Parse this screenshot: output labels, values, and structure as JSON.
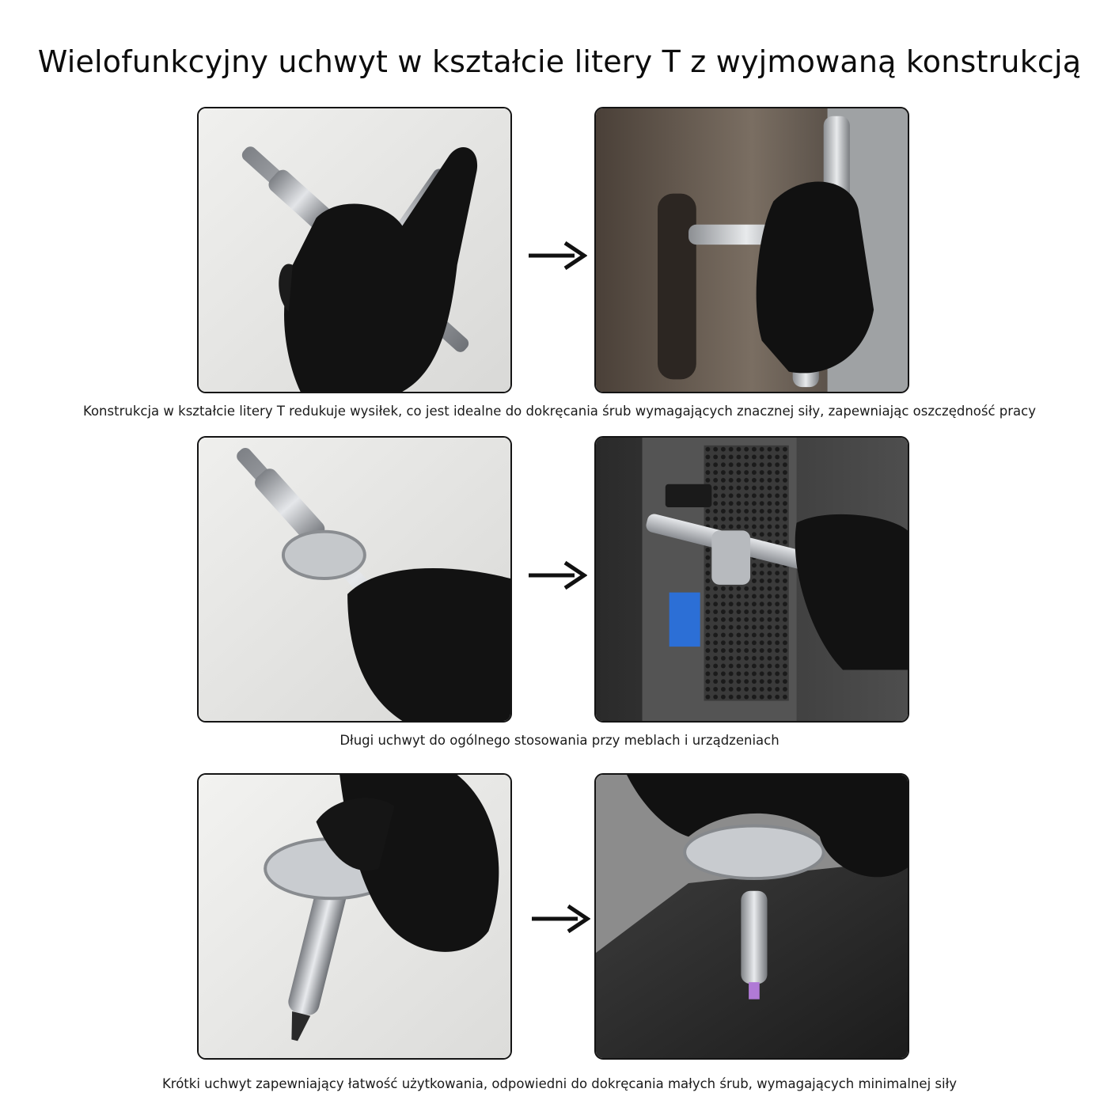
{
  "title": "Wielofunkcyjny uchwyt w kształcie litery T z wyjmowaną konstrukcją",
  "rows": [
    {
      "caption": "Konstrukcja w kształcie litery T redukuje wysiłek, co jest idealne do dokręcania śrub wymagających znacznej siły, zapewniając oszczędność pracy"
    },
    {
      "caption": "Długi uchwyt do ogólnego stosowania przy meblach i urządzeniach"
    },
    {
      "caption": "Krótki uchwyt zapewniający łatwość użytkowania, odpowiedni do dokręcania małych śrub, wymagających minimalnej siły"
    }
  ],
  "colors": {
    "text": "#111111",
    "frame": "#141414",
    "studio_bg": "#e6e6e4",
    "metal": "#b9bcc0",
    "glove": "#111111"
  }
}
